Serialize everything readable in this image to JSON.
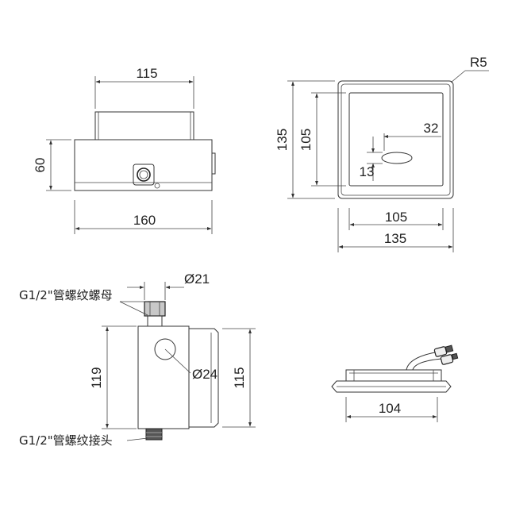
{
  "dimensions": {
    "front_top_width": "115",
    "front_height": "60",
    "front_width": "160",
    "right_outer_height": "135",
    "right_inner_height": "105",
    "right_sensor_offset": "32",
    "right_sensor_height": "13",
    "right_radius": "R5",
    "right_inner_width": "105",
    "right_outer_width": "135",
    "side_pipe_diameter": "Ø21",
    "side_body_height": "119",
    "side_hole_diameter": "Ø24",
    "side_plate_height": "115",
    "bottom_width": "104"
  },
  "labels": {
    "nut_label": "G1/2\"管螺纹螺母",
    "joint_label": "G1/2\"管螺纹接头"
  }
}
